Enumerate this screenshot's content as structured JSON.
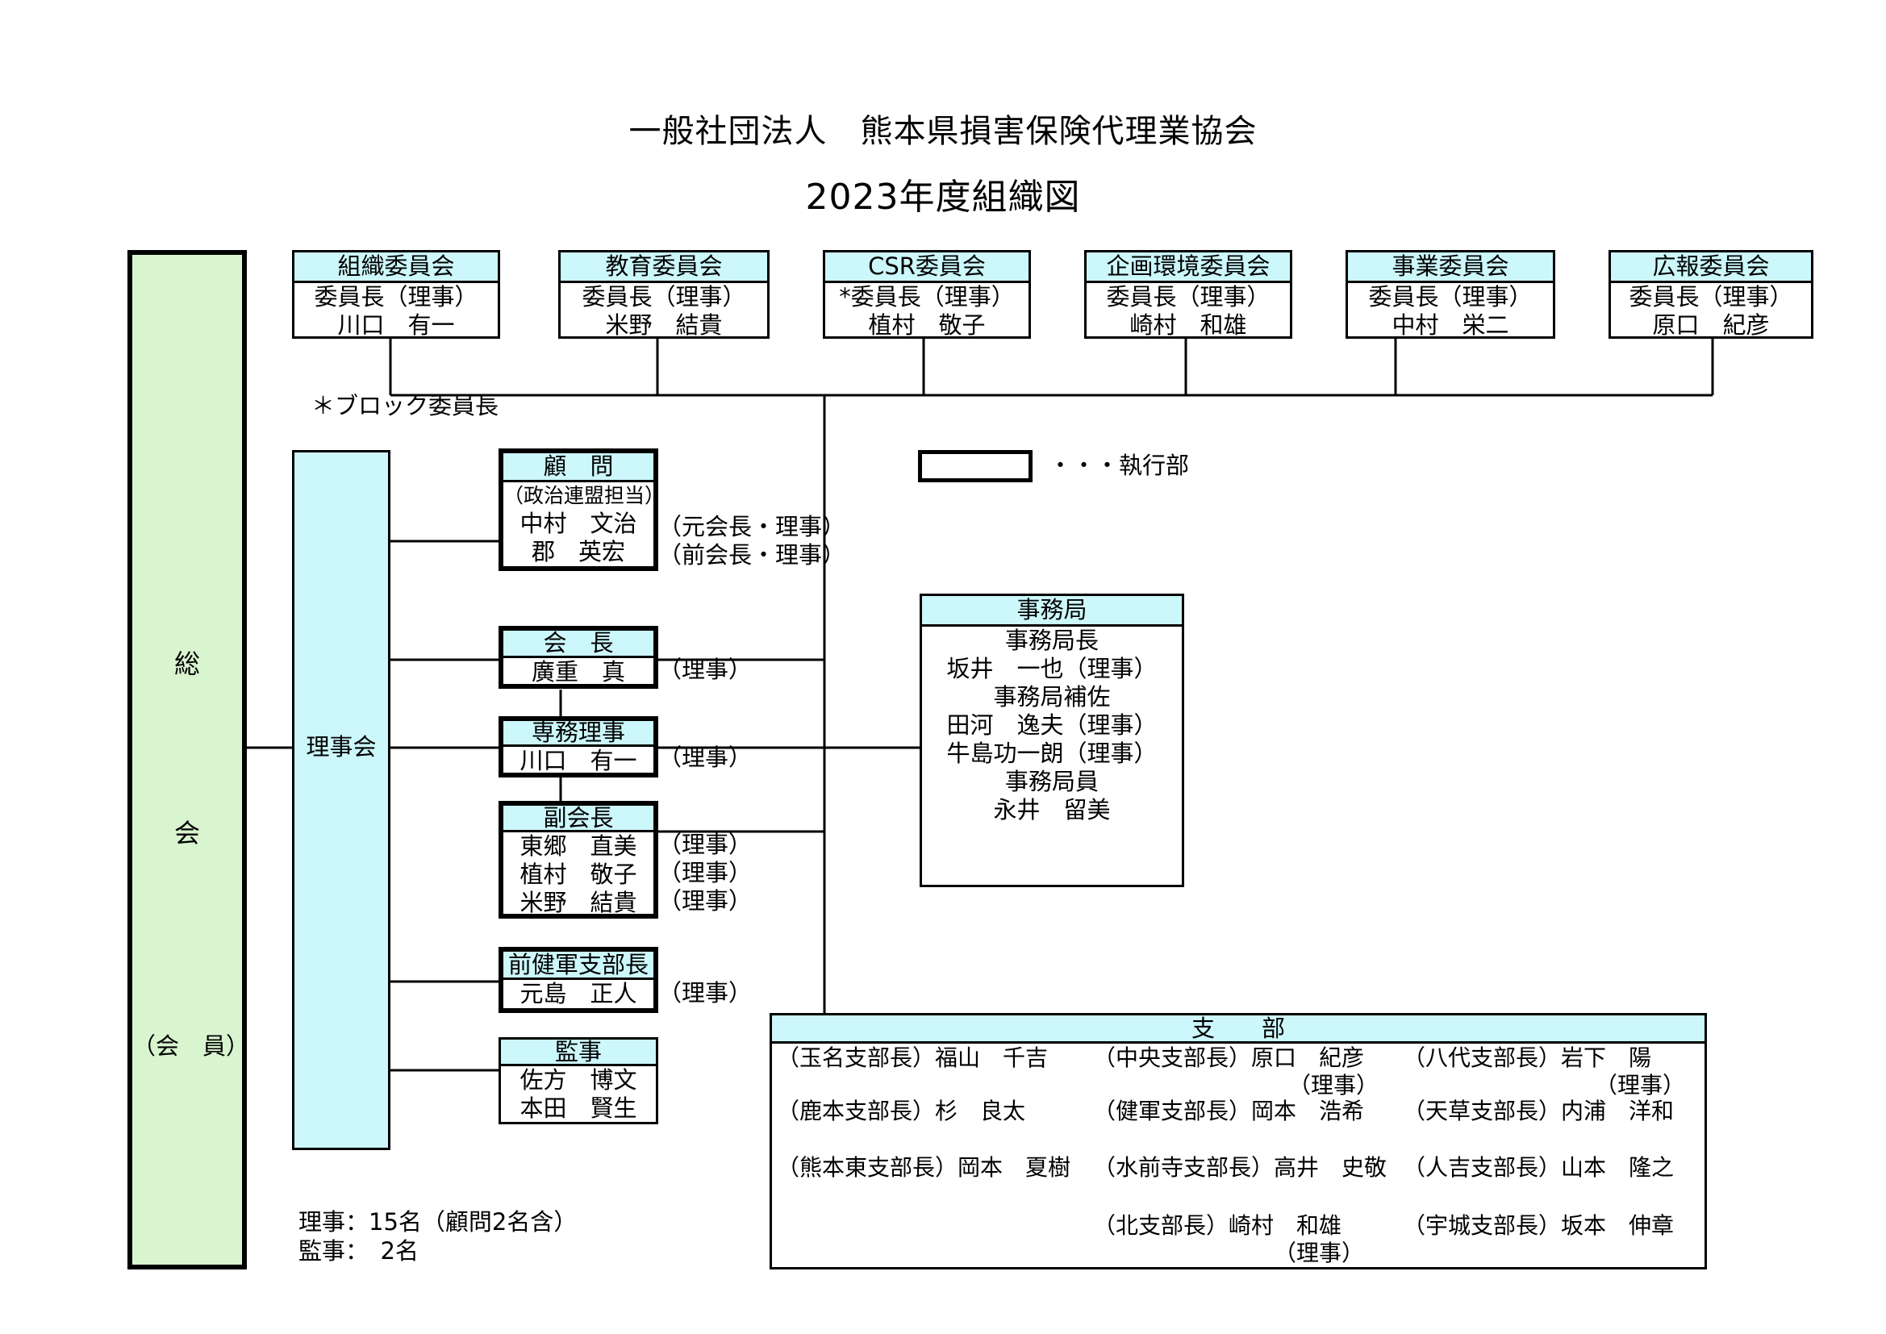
{
  "header": {
    "org_name": "一般社団法人　熊本県損害保険代理業協会",
    "chart_title": "2023年度組織図"
  },
  "general_assembly": {
    "label_top": "総",
    "label_bottom": "会",
    "note": "（会　員）"
  },
  "board": {
    "label": "理事会"
  },
  "committees": [
    {
      "name": "組織委員会",
      "role": "委員長（理事）",
      "person": "川口　有一"
    },
    {
      "name": "教育委員会",
      "role": "委員長（理事）",
      "person": "米野　結貴"
    },
    {
      "name": "CSR委員会",
      "role": "*委員長（理事）",
      "person": "植村　敬子"
    },
    {
      "name": "企画環境委員会",
      "role": "委員長（理事）",
      "person": "崎村　和雄"
    },
    {
      "name": "事業委員会",
      "role": "委員長（理事）",
      "person": "中村　栄二"
    },
    {
      "name": "広報委員会",
      "role": "委員長（理事）",
      "person": "原口　紀彦"
    }
  ],
  "block_note": "＊ブロック委員長",
  "legend": {
    "label": "・・・執行部"
  },
  "advisors": {
    "title": "顧　問",
    "subtitle": "（政治連盟担当）",
    "members": [
      {
        "name": "中村　文治",
        "note": "（元会長・理事）"
      },
      {
        "name": "郡　英宏",
        "note": "（前会長・理事）"
      }
    ]
  },
  "president": {
    "title": "会　長",
    "name": "廣重　真",
    "note": "（理事）"
  },
  "executive_director": {
    "title": "専務理事",
    "name": "川口　有一",
    "note": "（理事）"
  },
  "vice_presidents": {
    "title": "副会長",
    "members": [
      {
        "name": "東郷　直美",
        "note": "（理事）"
      },
      {
        "name": "植村　敬子",
        "note": "（理事）"
      },
      {
        "name": "米野　結貴",
        "note": "（理事）"
      }
    ]
  },
  "former_chief": {
    "title": "前健軍支部長",
    "name": "元島　正人",
    "note": "（理事）"
  },
  "auditors": {
    "title": "監事",
    "members": [
      "佐方　博文",
      "本田　賢生"
    ]
  },
  "secretariat": {
    "title": "事務局",
    "lines": [
      "事務局長",
      "坂井　一也（理事）",
      "",
      "事務局補佐",
      "田河　逸夫（理事）",
      "牛島功一朗（理事）",
      "",
      "事務局員",
      "永井　留美"
    ]
  },
  "branches": {
    "title": "支　　部",
    "rows": [
      [
        "（玉名支部長）福山　千吉",
        "（中央支部長）原口　紀彦",
        "（八代支部長）岩下　陽"
      ],
      [
        "",
        "（理事）",
        "（理事）"
      ],
      [
        "（鹿本支部長）杉　良太",
        "（健軍支部長）岡本　浩希",
        "（天草支部長）内浦　洋和"
      ],
      [
        "（熊本東支部長）岡本　夏樹",
        "（水前寺支部長）高井　史敬",
        "（人吉支部長）山本　隆之"
      ],
      [
        "",
        "（北支部長）崎村　和雄",
        "（宇城支部長）坂本　伸章"
      ],
      [
        "",
        "（理事）",
        ""
      ]
    ]
  },
  "totals": {
    "directors": "理事：15名（顧問2名含）",
    "auditors": "監事：　2名"
  },
  "colors": {
    "header_fill": "#ccf7fb",
    "assembly_fill": "#d9f5d0",
    "board_fill": "#ccf7fb",
    "line": "#000000"
  }
}
